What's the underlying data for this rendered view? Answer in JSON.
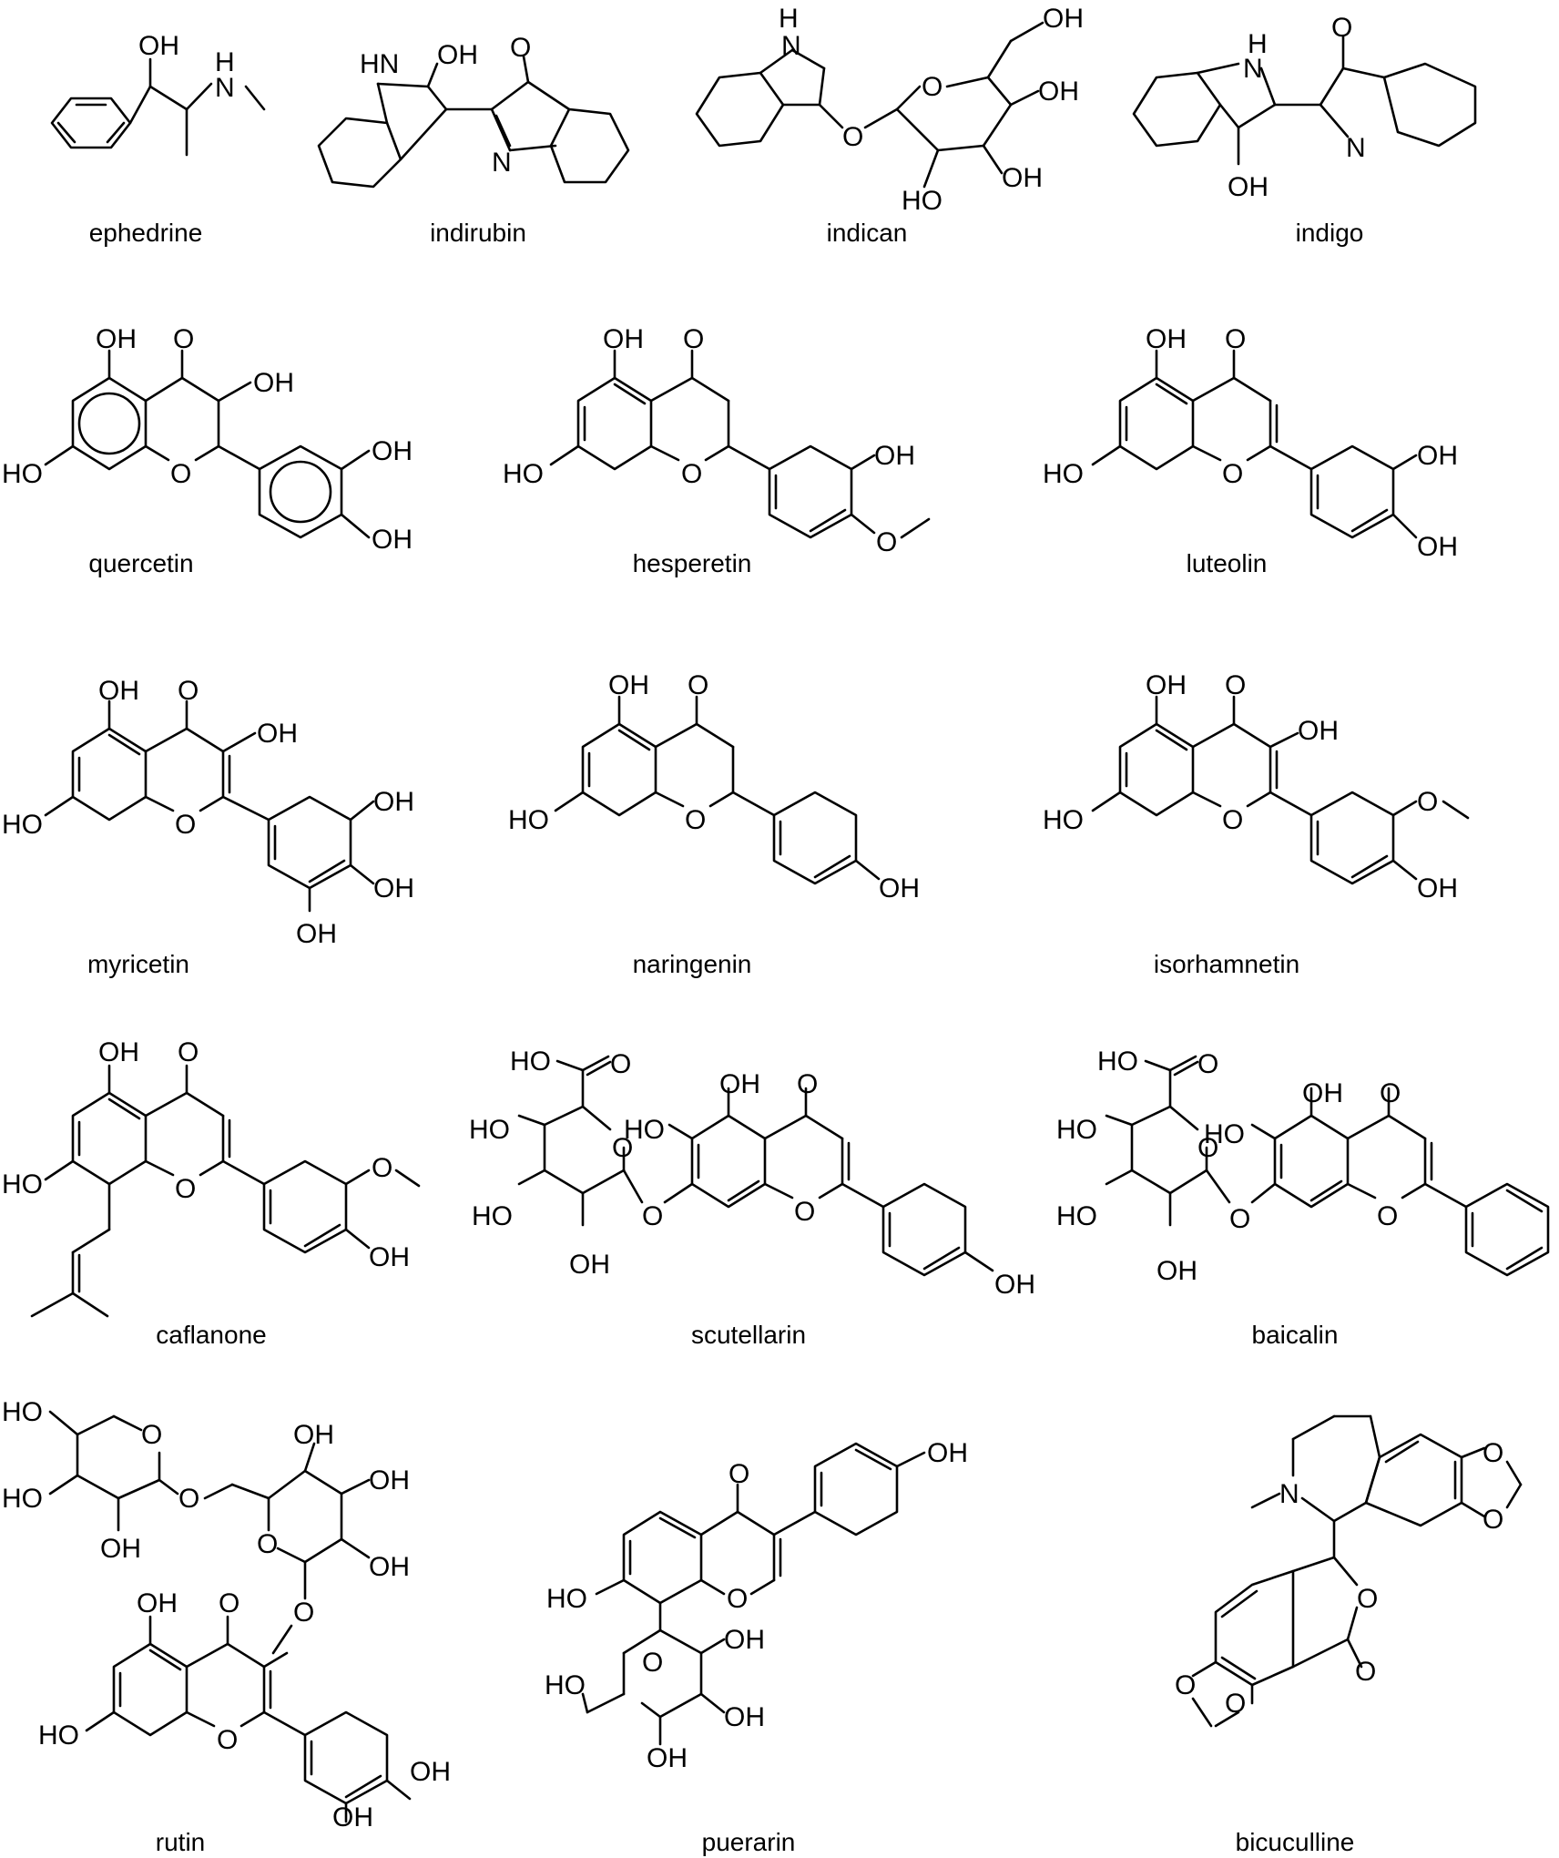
{
  "compounds": [
    {
      "name": "ephedrine"
    },
    {
      "name": "indirubin"
    },
    {
      "name": "indican"
    },
    {
      "name": "indigo"
    },
    {
      "name": "quercetin"
    },
    {
      "name": "hesperetin"
    },
    {
      "name": "luteolin"
    },
    {
      "name": "myricetin"
    },
    {
      "name": "naringenin"
    },
    {
      "name": "isorhamnetin"
    },
    {
      "name": "caflanone"
    },
    {
      "name": "scutellarin"
    },
    {
      "name": "baicalin"
    },
    {
      "name": "rutin"
    },
    {
      "name": "puerarin"
    },
    {
      "name": "bicuculline"
    }
  ],
  "atom_labels": {
    "OH": "OH",
    "HO": "HO",
    "O": "O",
    "N": "N",
    "H": "H",
    "HN": "HN"
  }
}
